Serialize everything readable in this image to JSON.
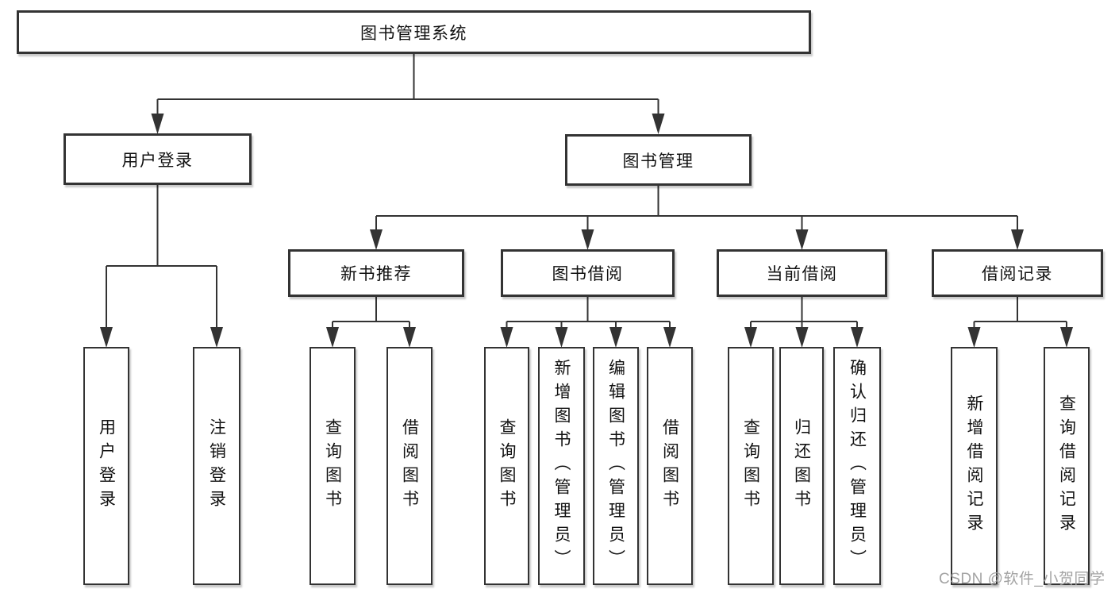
{
  "tree": {
    "root": {
      "label": "图书管理系统",
      "children": [
        {
          "label": "用户登录",
          "children": [
            {
              "label": "用户登录"
            },
            {
              "label": "注销登录"
            }
          ]
        },
        {
          "label": "图书管理",
          "children": [
            {
              "label": "新书推荐",
              "children": [
                {
                  "label": "查询图书"
                },
                {
                  "label": "借阅图书"
                }
              ]
            },
            {
              "label": "图书借阅",
              "children": [
                {
                  "label": "查询图书"
                },
                {
                  "label": "新增图书（管理员）"
                },
                {
                  "label": "编辑图书（管理员）"
                },
                {
                  "label": "借阅图书"
                }
              ]
            },
            {
              "label": "当前借阅",
              "children": [
                {
                  "label": "查询图书"
                },
                {
                  "label": "归还图书"
                },
                {
                  "label": "确认归还（管理员）"
                }
              ]
            },
            {
              "label": "借阅记录",
              "children": [
                {
                  "label": "新增借阅记录"
                },
                {
                  "label": "查询借阅记录"
                }
              ]
            }
          ]
        }
      ]
    }
  },
  "watermark": {
    "text": "CSDN @软件_小贺同学"
  },
  "colors": {
    "line": "#333333",
    "box_border": "#333333",
    "text": "#111111",
    "background": "#ffffff",
    "watermark": "#a3a3a3"
  }
}
